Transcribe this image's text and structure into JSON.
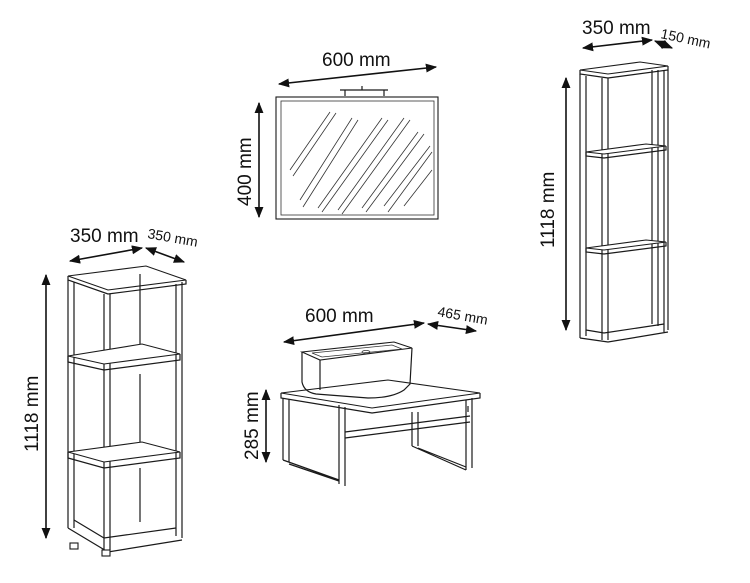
{
  "dimensions": {
    "mirror_width": "600 mm",
    "mirror_height": "400 mm",
    "left_shelf_width": "350 mm",
    "left_shelf_depth": "350 mm",
    "left_shelf_height": "1118 mm",
    "right_shelf_width": "350 mm",
    "right_shelf_depth": "150 mm",
    "right_shelf_height": "1118 mm",
    "vanity_width": "600 mm",
    "vanity_depth": "465 mm",
    "vanity_height": "285 mm"
  }
}
